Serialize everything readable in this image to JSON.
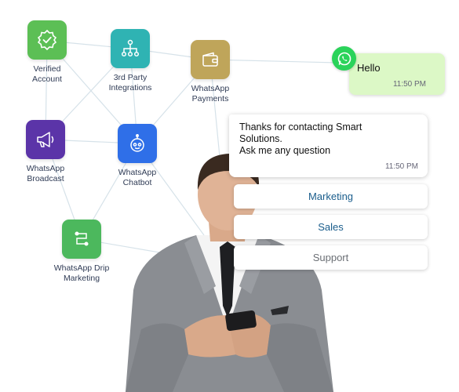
{
  "colors": {
    "verified": "#5cbf55",
    "third_party": "#2fb3b3",
    "payments": "#bfa55a",
    "broadcast": "#5b34a8",
    "chatbot": "#2f6fe8",
    "drip": "#4cb85d",
    "line": "#d6e2e9",
    "accent_text": "#1a5d8c"
  },
  "nodes": [
    {
      "label": "Verified\nAccount",
      "icon": "verified-badge-icon"
    },
    {
      "label": "3rd Party\nIntegrations",
      "icon": "network-hierarchy-icon"
    },
    {
      "label": "WhatsApp\nPayments",
      "icon": "wallet-icon"
    },
    {
      "label": "WhatsApp\nBroadcast",
      "icon": "megaphone-icon"
    },
    {
      "label": "WhatsApp\nChatbot",
      "icon": "robot-icon"
    },
    {
      "label": "WhatsApp Drip\nMarketing",
      "icon": "drip-flow-icon"
    }
  ],
  "chat": {
    "user_message": "Hello",
    "user_time": "11:50 PM",
    "bot_message": "Thanks for contacting Smart\nSolutions.\nAsk me any question",
    "bot_time": "11:50 PM",
    "quick_replies": [
      "Marketing",
      "Sales",
      "Support"
    ]
  }
}
